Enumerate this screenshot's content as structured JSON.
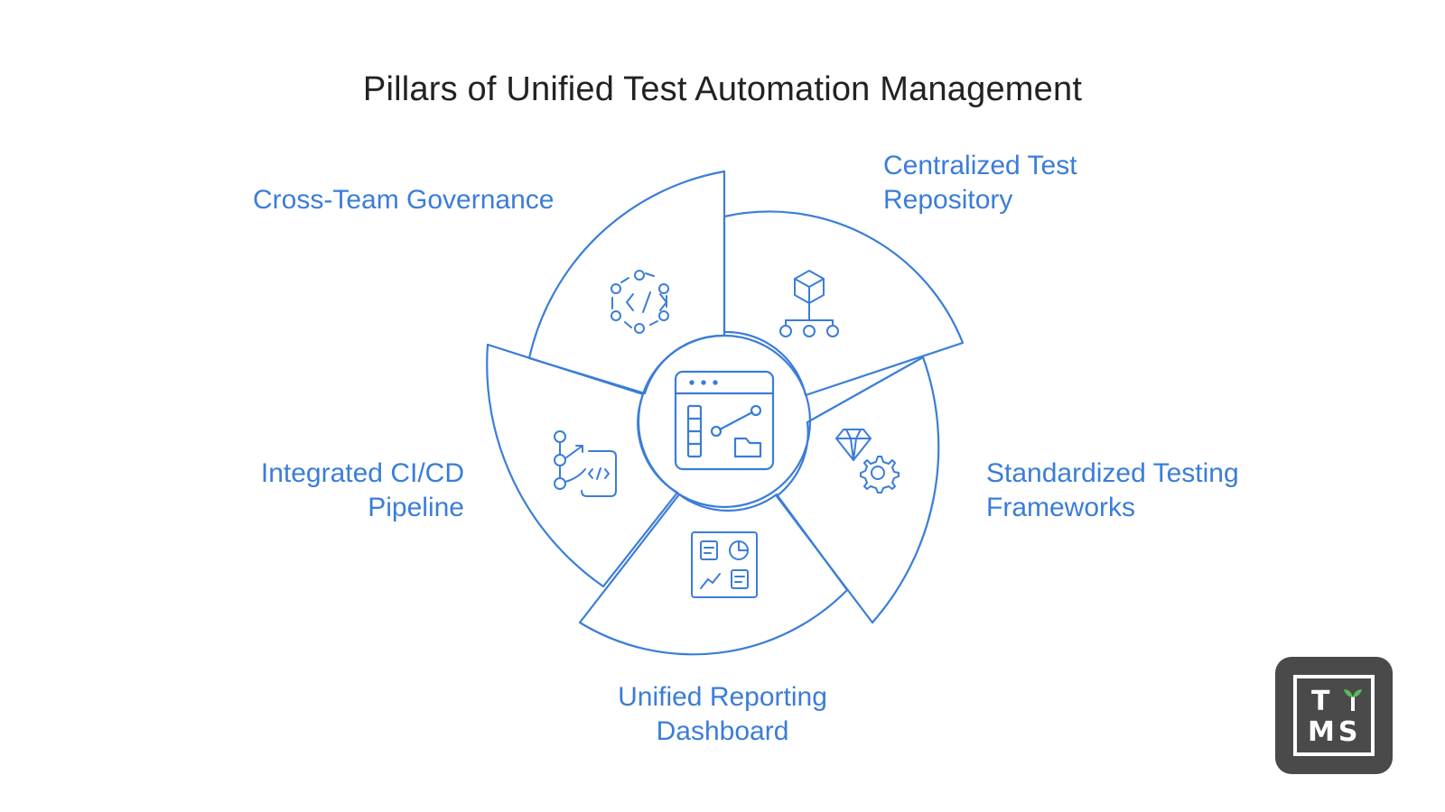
{
  "title": "Pillars of Unified Test Automation Management",
  "colors": {
    "accent": "#3b7dd8",
    "title": "#222222",
    "logo_bg": "#4a4a4a",
    "logo_sprout": "#5cb85c"
  },
  "center": {
    "icon": "dashboard-window-icon"
  },
  "segments": [
    {
      "id": "governance",
      "label_lines": [
        "Cross-Team Governance"
      ],
      "icon": "code-network-icon"
    },
    {
      "id": "repository",
      "label_lines": [
        "Centralized Test",
        "Repository"
      ],
      "icon": "cube-hierarchy-icon"
    },
    {
      "id": "frameworks",
      "label_lines": [
        "Standardized Testing",
        "Frameworks"
      ],
      "icon": "gem-gear-icon"
    },
    {
      "id": "reporting",
      "label_lines": [
        "Unified Reporting",
        "Dashboard"
      ],
      "icon": "report-dashboard-icon"
    },
    {
      "id": "cicd",
      "label_lines": [
        "Integrated CI/CD",
        "Pipeline"
      ],
      "icon": "pipeline-code-icon"
    }
  ],
  "logo": {
    "top": "T",
    "bottom": "MS"
  }
}
